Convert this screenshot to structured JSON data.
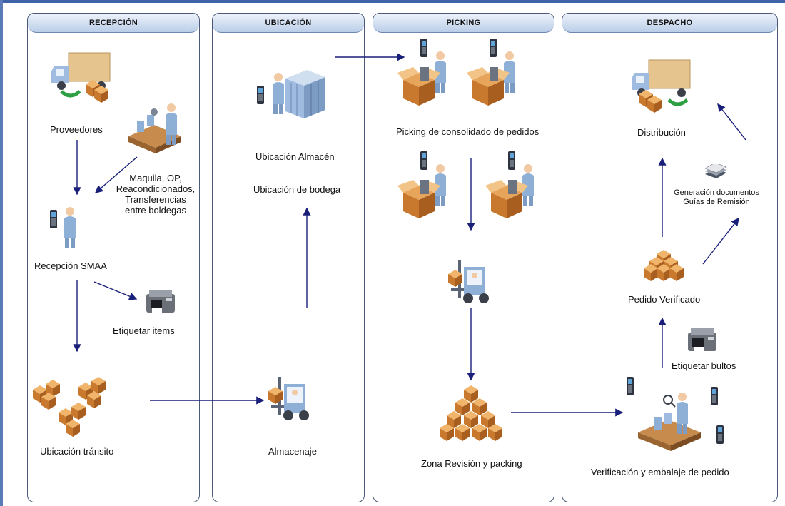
{
  "lanes": {
    "recepcion": "RECEPCIÓN",
    "ubicacion": "UBICACIÓN",
    "picking": "PICKING",
    "despacho": "DESPACHO"
  },
  "nodes": {
    "proveedores": "Proveedores",
    "maquila_1": "Maquila, OP,",
    "maquila_2": "Reacondicionados,",
    "maquila_3": "Transferencias",
    "maquila_4": "entre boldegas",
    "recepcion_smaa": "Recepción SMAA",
    "etiquetar_items": "Etiquetar items",
    "ubicacion_transito": "Ubicación tránsito",
    "ubicacion_almacen": "Ubicación Almacén",
    "ubicacion_bodega": "Ubicación de bodega",
    "almacenaje": "Almacenaje",
    "picking_consolidado": "Picking de consolidado de pedidos",
    "zona_revision": "Zona Revisión y packing",
    "distribucion": "Distribución",
    "generacion_1": "Generación documentos",
    "generacion_2": "Guías de Remisión",
    "pedido_verificado": "Pedido Verificado",
    "etiquetar_bultos": "Etiquetar bultos",
    "verificacion": "Verificación y embalaje de pedido"
  },
  "colors": {
    "arrow": "#1a1f7a",
    "lane_border": "#4a5a78",
    "box": "#d08a3c",
    "person": "#8fb0d6"
  },
  "icons": [
    "truck-icon",
    "worker-scanner-icon",
    "packing-station-icon",
    "printer-icon",
    "boxes-stack-icon",
    "forklift-icon",
    "server-rack-icon",
    "documents-icon",
    "handheld-scanner-icon",
    "inspection-station-icon"
  ]
}
